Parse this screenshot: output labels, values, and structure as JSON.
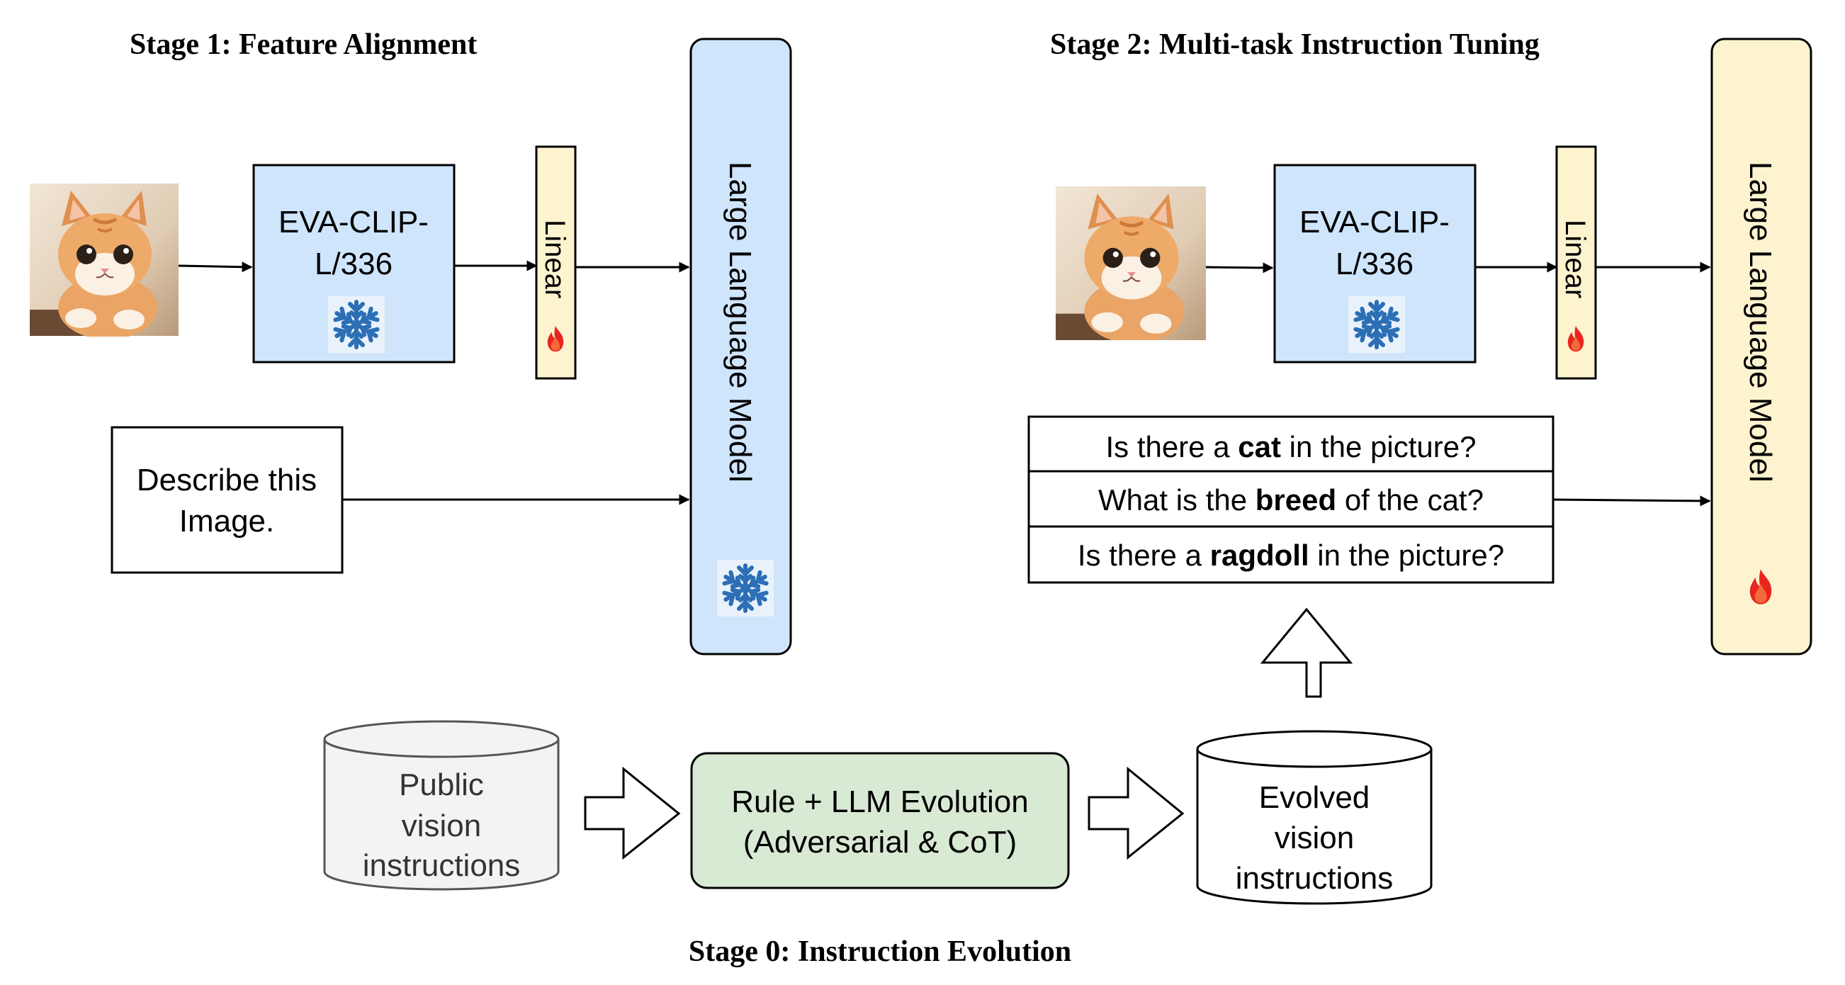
{
  "stage1": {
    "title": "Stage 1: Feature Alignment",
    "encoder_line1": "EVA-CLIP-",
    "encoder_line2": "L/336",
    "linear": "Linear",
    "prompt_line1": "Describe this",
    "prompt_line2": "Image.",
    "llm": "Large Language Model"
  },
  "stage2": {
    "title": "Stage 2: Multi-task Instruction Tuning",
    "encoder_line1": "EVA-CLIP-",
    "encoder_line2": "L/336",
    "linear": "Linear",
    "llm": "Large Language Model",
    "questions": [
      {
        "pre": "Is there a ",
        "bold": "cat",
        "post": " in the picture?"
      },
      {
        "pre": "What is the ",
        "bold": "breed",
        "post": " of the cat?"
      },
      {
        "pre": "Is there a ",
        "bold": "ragdoll",
        "post": " in the picture?"
      }
    ]
  },
  "stage0": {
    "title": "Stage 0: Instruction Evolution",
    "public_line1": "Public",
    "public_line2": "vision",
    "public_line3": "instructions",
    "evolution_line1": "Rule + LLM Evolution",
    "evolution_line2": "(Adversarial & CoT)",
    "evolved_line1": "Evolved",
    "evolved_line2": "vision",
    "evolved_line3": "instructions"
  },
  "colors": {
    "frozen_blue": "#cfe5fb",
    "trainable_yellow": "#fdf3cf",
    "evolution_green": "#d8e9d4",
    "public_gray": "#f3f3f3",
    "snowflake": "#2c6fb5",
    "fire": "#e8251f"
  },
  "icons": {
    "frozen": "snowflake-icon",
    "trainable": "fire-icon",
    "input_image": "cat-photo"
  }
}
